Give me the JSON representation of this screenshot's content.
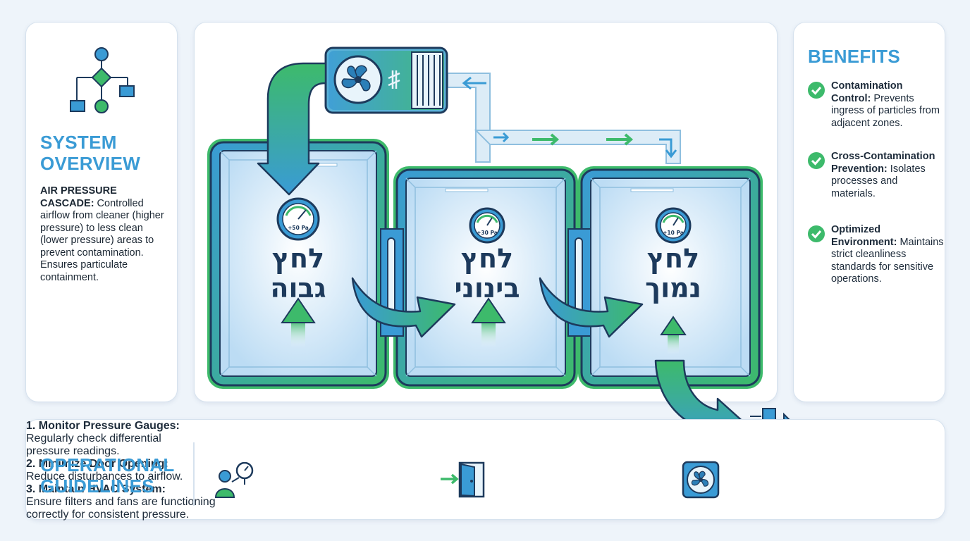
{
  "overview": {
    "title_line1": "SYSTEM",
    "title_line2": "OVERVIEW",
    "heading": "AIR PRESSURE CASCADE:",
    "text": " Controlled airflow from cleaner (higher pressure) to less clean (lower pressure) areas to prevent contamination. Ensures particulate containment.",
    "icon": "flowchart-icon"
  },
  "rooms": [
    {
      "label_line1": "לחץ",
      "label_line2": "גבוה",
      "gauge": "+50 Pa"
    },
    {
      "label_line1": "לחץ",
      "label_line2": "בינוני",
      "gauge": "+30 Pa"
    },
    {
      "label_line1": "לחץ",
      "label_line2": "נמוך",
      "gauge": "+10 Pa"
    }
  ],
  "benefits": {
    "title": "BENEFITS",
    "items": [
      {
        "heading": "Contamination Control:",
        "text": " Prevents ingress of particles from adjacent zones."
      },
      {
        "heading": "Cross-Contamination Prevention:",
        "text": " Isolates processes and materials."
      },
      {
        "heading": "Optimized Environment:",
        "text": " Maintains strict cleanliness standards for sensitive operations."
      }
    ]
  },
  "guidelines": {
    "title_line1": "OPERATIONAL",
    "title_line2": "GUIDELINES",
    "items": [
      {
        "heading": "1. Monitor Pressure Gauges:",
        "text": "Regularly check differential pressure readings.",
        "icon": "person-gauge-icon"
      },
      {
        "heading": "2. Minimize Door Opening:",
        "text": "Reduce disturbances to airflow.",
        "icon": "door-icon"
      },
      {
        "heading": "3. Maintain HVAC System:",
        "text": "Ensure filters and fans are functioning correctly for consistent pressure.",
        "icon": "hvac-fan-icon"
      }
    ]
  },
  "colors": {
    "accent_blue": "#3a9bd5",
    "accent_green": "#3dba6b",
    "dark_navy": "#1d3a5c"
  }
}
